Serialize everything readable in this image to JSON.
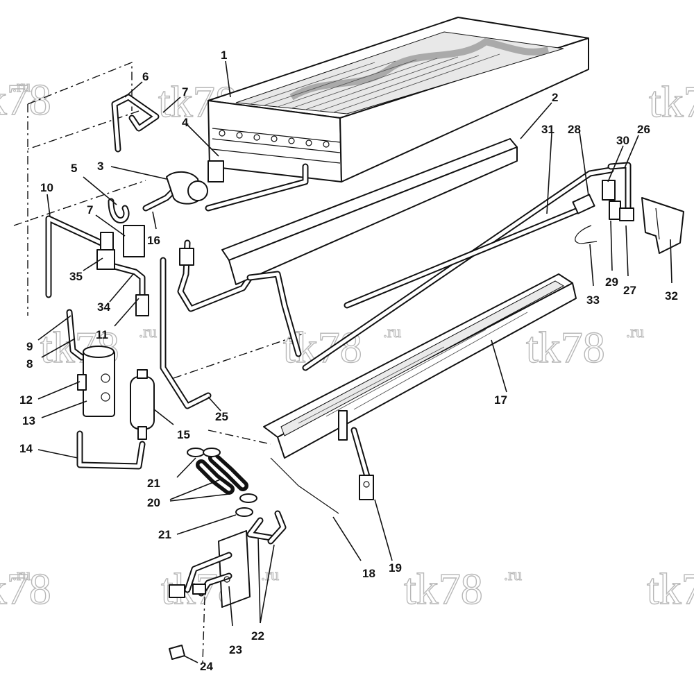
{
  "watermark": {
    "main": "tk78",
    "suffix": ".ru"
  },
  "callouts": [
    {
      "id": "c1",
      "label": "1"
    },
    {
      "id": "c2",
      "label": "2"
    },
    {
      "id": "c3",
      "label": "3"
    },
    {
      "id": "c4",
      "label": "4"
    },
    {
      "id": "c5",
      "label": "5"
    },
    {
      "id": "c6",
      "label": "6"
    },
    {
      "id": "c7a",
      "label": "7"
    },
    {
      "id": "c7b",
      "label": "7"
    },
    {
      "id": "c8",
      "label": "8"
    },
    {
      "id": "c9",
      "label": "9"
    },
    {
      "id": "c10",
      "label": "10"
    },
    {
      "id": "c11",
      "label": "11"
    },
    {
      "id": "c12",
      "label": "12"
    },
    {
      "id": "c13",
      "label": "13"
    },
    {
      "id": "c14",
      "label": "14"
    },
    {
      "id": "c15",
      "label": "15"
    },
    {
      "id": "c16",
      "label": "16"
    },
    {
      "id": "c17",
      "label": "17"
    },
    {
      "id": "c18",
      "label": "18"
    },
    {
      "id": "c19",
      "label": "19"
    },
    {
      "id": "c20",
      "label": "20"
    },
    {
      "id": "c21a",
      "label": "21"
    },
    {
      "id": "c21b",
      "label": "21"
    },
    {
      "id": "c22",
      "label": "22"
    },
    {
      "id": "c23",
      "label": "23"
    },
    {
      "id": "c24",
      "label": "24"
    },
    {
      "id": "c25",
      "label": "25"
    },
    {
      "id": "c26",
      "label": "26"
    },
    {
      "id": "c27",
      "label": "27"
    },
    {
      "id": "c28",
      "label": "28"
    },
    {
      "id": "c29",
      "label": "29"
    },
    {
      "id": "c30",
      "label": "30"
    },
    {
      "id": "c31",
      "label": "31"
    },
    {
      "id": "c32",
      "label": "32"
    },
    {
      "id": "c33",
      "label": "33"
    },
    {
      "id": "c34",
      "label": "34"
    },
    {
      "id": "c35",
      "label": "35"
    }
  ]
}
